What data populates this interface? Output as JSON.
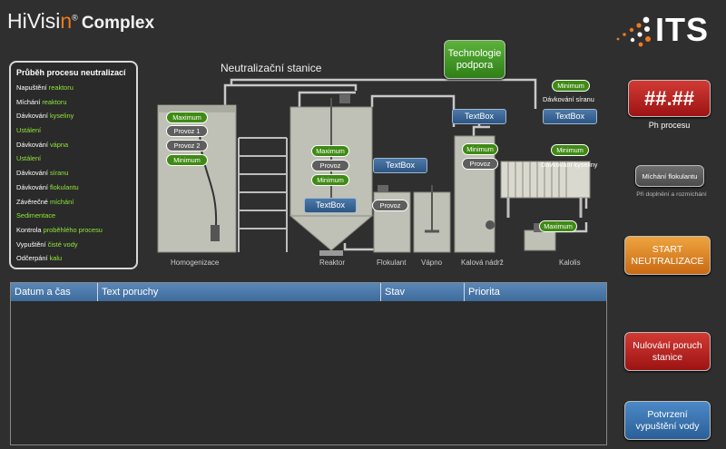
{
  "brand": {
    "name_a": "HiVisi",
    "name_b": "n",
    "reg": "®",
    "name_c": "Complex"
  },
  "logo": {
    "text": "ITS"
  },
  "process": {
    "heading": "Průběh procesu neutralizací",
    "steps": [
      "Napuštění reaktoru",
      "Míchání reaktoru",
      "Dávkování kyseliny",
      "Ustálení",
      "Dávkování vápna",
      "Ustálení",
      "Dávkování síranu",
      "Dávkování flokulantu",
      "Závěrečné míchání",
      "Sedimentace",
      "Kontrola proběhlého procesu",
      "Vypuštění čisté vody",
      "Odčerpání kalu"
    ]
  },
  "plant": {
    "title": "Neutralizační stanice",
    "captions": {
      "homogenizace": "Homogenizace",
      "reaktor": "Reaktor",
      "flokulant": "Flokulant",
      "vapno": "Vápno",
      "kalova_nadrz": "Kalová nádrž",
      "kalolis": "Kalolis"
    },
    "homogenizace": {
      "maximum": "Maximum",
      "provoz1": "Provoz 1",
      "provoz2": "Provoz 2",
      "minimum": "Minimum"
    },
    "reaktor": {
      "maximum": "Maximum",
      "provoz": "Provoz",
      "minimum": "Minimum",
      "textbox": "TextBox"
    },
    "flokulant": {
      "textbox": "TextBox",
      "provoz": "Provoz"
    },
    "kalova": {
      "textbox": "TextBox",
      "maximum": "Minimum",
      "provoz": "Provoz"
    },
    "siran": {
      "minimum": "Minimum",
      "label": "Dávkování síranu",
      "textbox": "TextBox"
    },
    "kyselina": {
      "minimum": "Minimum",
      "label": "Dávkování kyseliny"
    },
    "kalolis": {
      "maximum": "Maximum"
    }
  },
  "buttons": {
    "technologie": "Technologie podpora",
    "ph_value": "##.##",
    "ph_label": "Ph procesu",
    "michani": "Míchání flokulantu",
    "michani_note": "Při doplnění a rozmíchání",
    "start": "START NEUTRALIZACE",
    "nulovani": "Nulování poruch stanice",
    "potvrzeni": "Potvrzení vypuštění vody"
  },
  "alarms": {
    "columns": [
      "Datum a čas",
      "Text poruchy",
      "Stav",
      "Priorita"
    ],
    "rows": []
  }
}
